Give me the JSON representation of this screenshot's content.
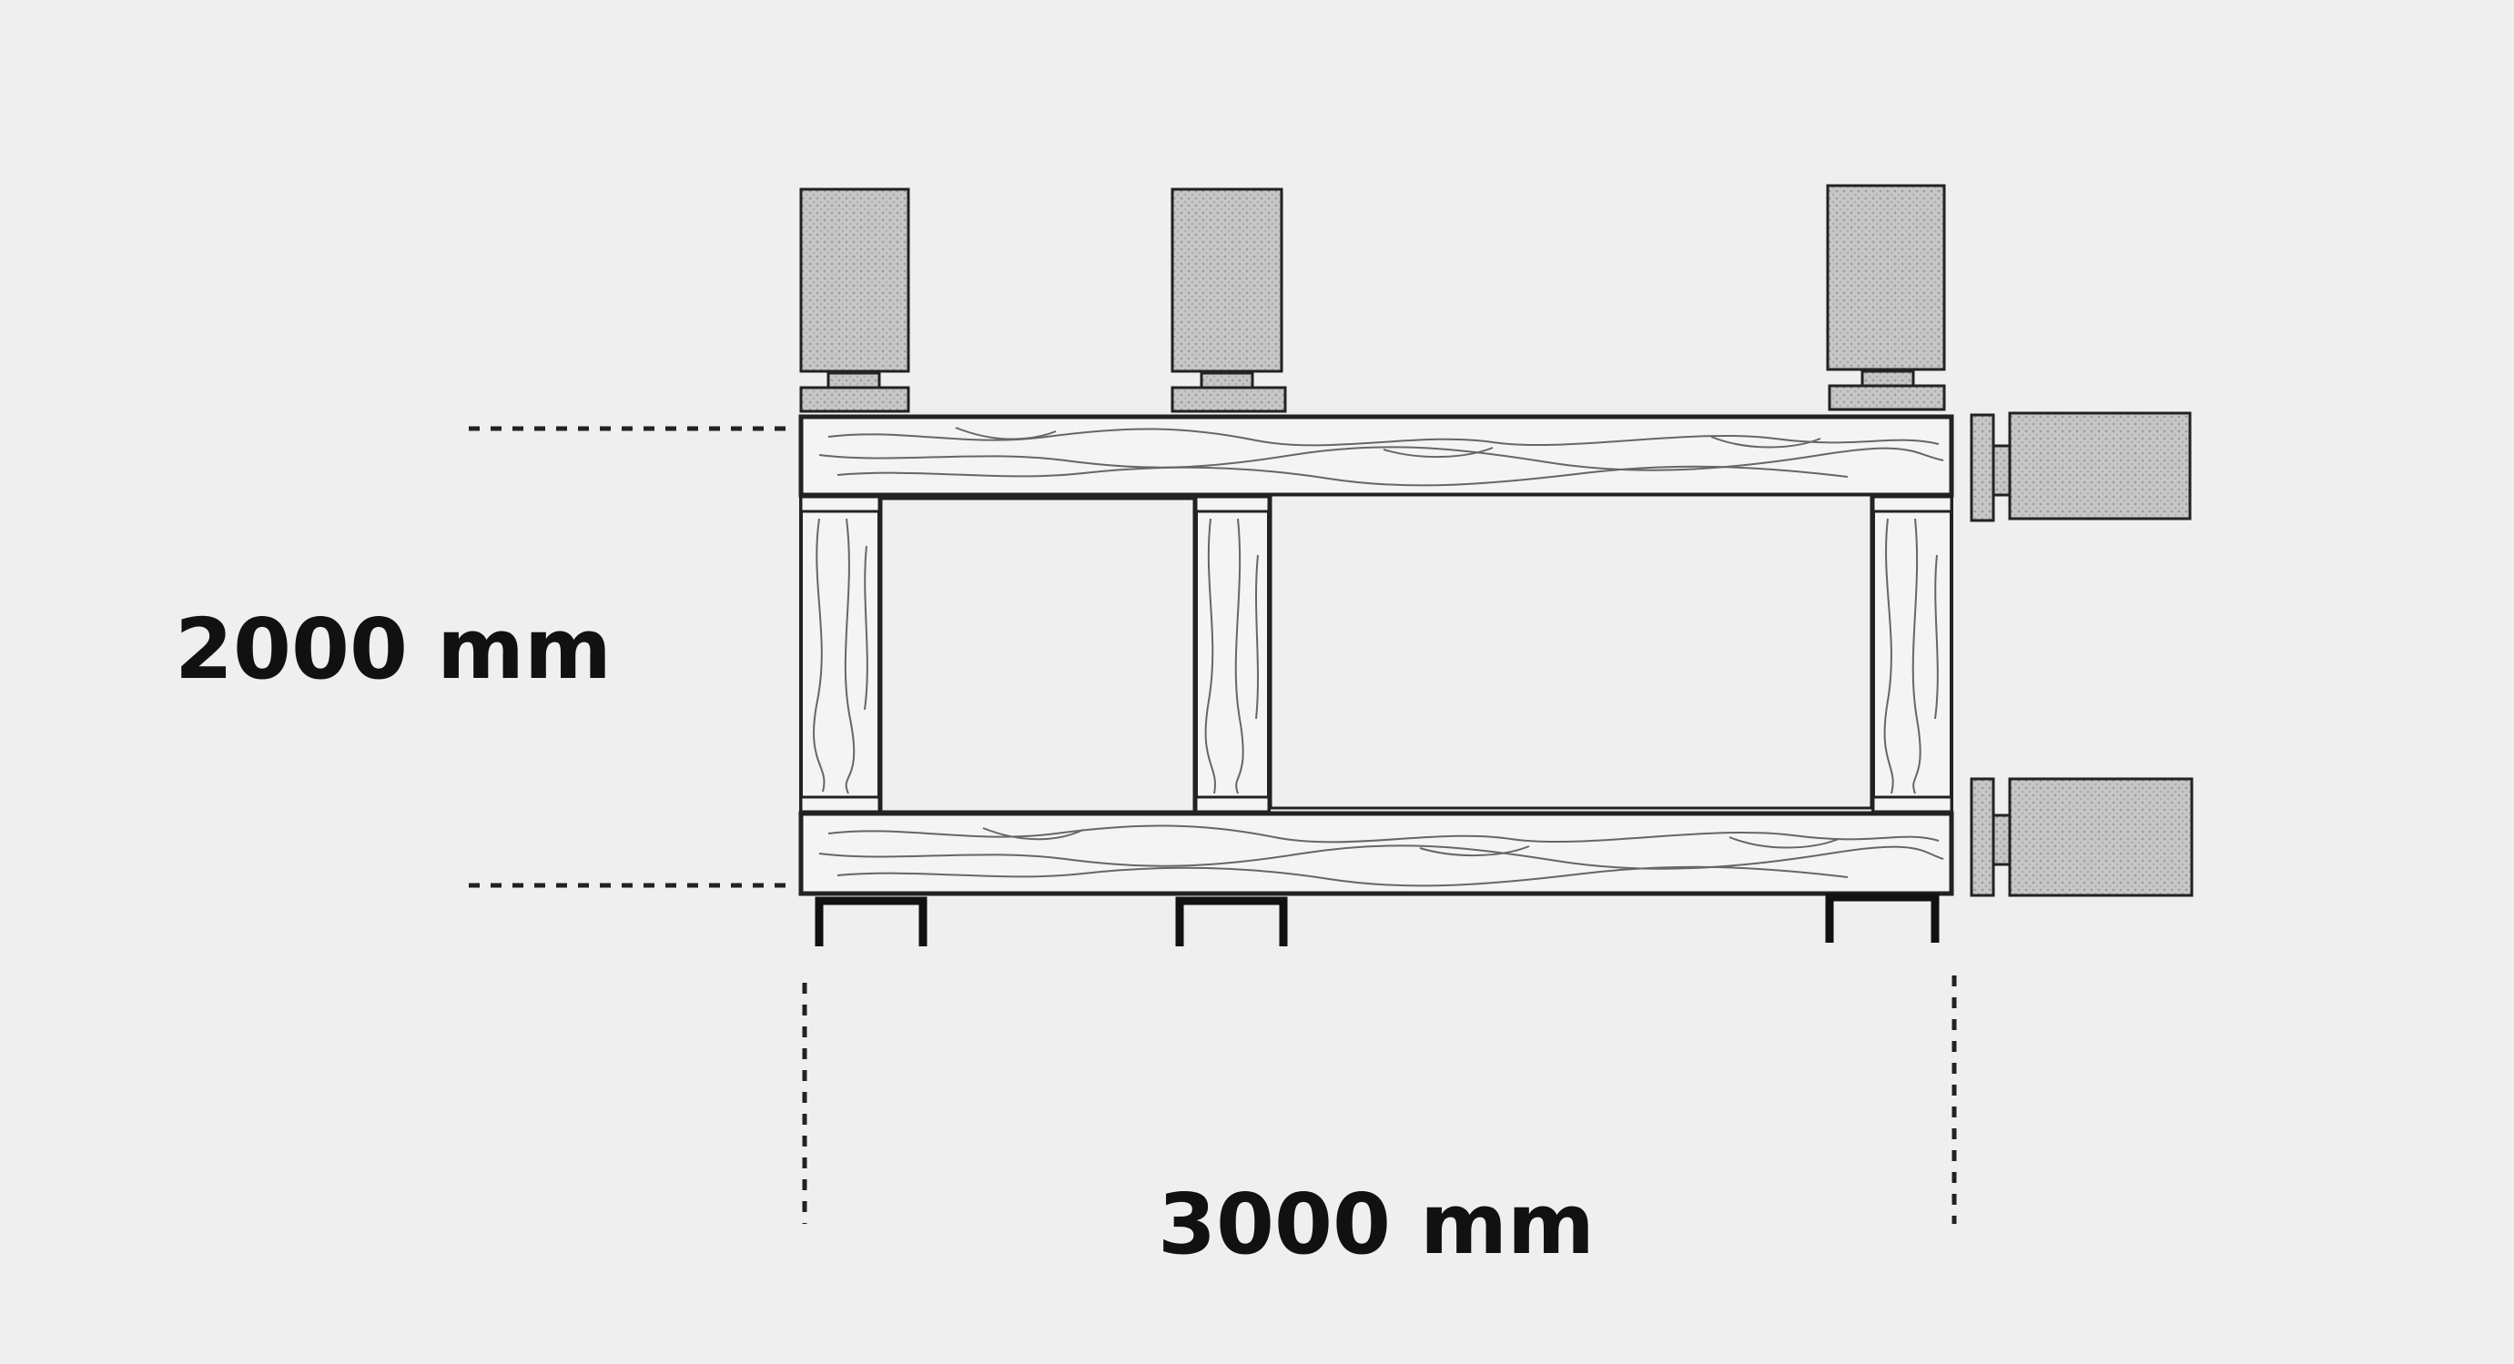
{
  "labels": {
    "height": "2000 mm",
    "width": "3000 mm"
  },
  "colors": {
    "background": "#efefef",
    "outline": "#222222",
    "wood_fill": "#f4f4f4",
    "wood_grain": "#666666",
    "block_fill": "#c4c4c4",
    "dashed_line": "#222222"
  },
  "components": {
    "frame": "timber-frame",
    "top_clamps": 3,
    "side_clamps": 2,
    "feet": 3,
    "vertical_posts": 3
  }
}
